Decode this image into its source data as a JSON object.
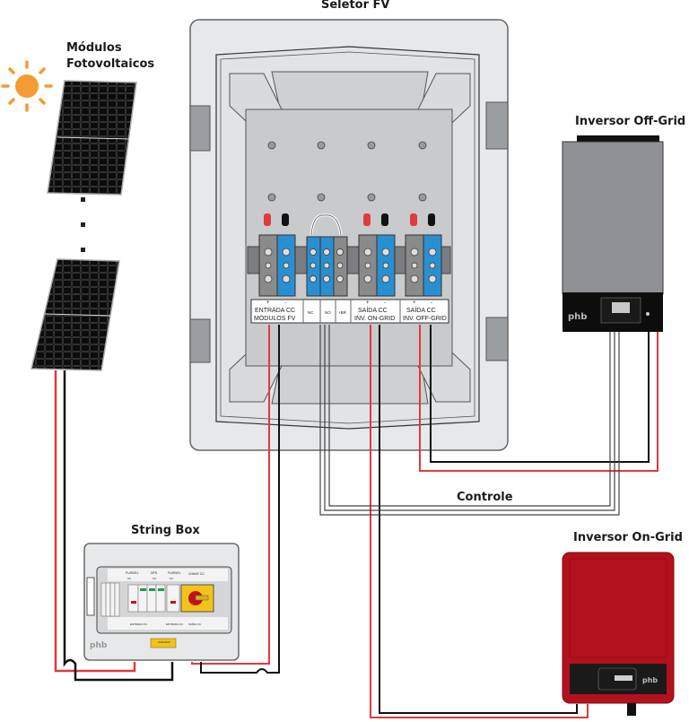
{
  "diagram": {
    "title": "Seletor FV",
    "labels": {
      "modules": [
        "Módulos",
        "Fotovoltaicos"
      ],
      "selector": "Seletor FV",
      "offgrid_inverter": "Inversor Off-Grid",
      "ongrid_inverter": "Inversor On-Grid",
      "string_box": "String Box",
      "control": "Controle"
    },
    "selector_terminals": {
      "groups": [
        {
          "label": [
            "ENTRADA CC",
            "MÓDULOS FV"
          ],
          "polarity": [
            "+",
            "-"
          ]
        },
        {
          "label": [
            "NC",
            "NO",
            "+BR"
          ],
          "polarity": []
        },
        {
          "label": [
            "SAÍDA CC",
            "INV. ON-GRID"
          ],
          "polarity": [
            "+",
            "-"
          ]
        },
        {
          "label": [
            "SAÍDA CC",
            "INV. OFF-GRID"
          ],
          "polarity": [
            "+",
            "-"
          ]
        }
      ]
    },
    "string_box": {
      "top_labels": [
        "FUSÍVEL",
        "DPS",
        "FUSÍVEL",
        "CHAVE CC"
      ],
      "top_sublabels": [
        "CC",
        "CC",
        "CC",
        ""
      ],
      "bottom_labels": [
        "ENTRADA CC",
        "ENTRADA CC",
        "SAÍDA CC"
      ],
      "warning_label": "CUIDADO",
      "brand": "phb"
    },
    "offgrid_inverter": {
      "brand": "phb"
    },
    "ongrid_inverter": {
      "brand": "phb"
    },
    "colors": {
      "positive_wire": "#e03a3e",
      "negative_wire": "#111111",
      "control_wire": "#555555",
      "sun": "#f39c33",
      "terminal_blue": "#2a8fd0",
      "terminal_gray": "#8a8a8a",
      "ongrid_body": "#b3111e",
      "offgrid_body": "#8f8f8f"
    }
  }
}
